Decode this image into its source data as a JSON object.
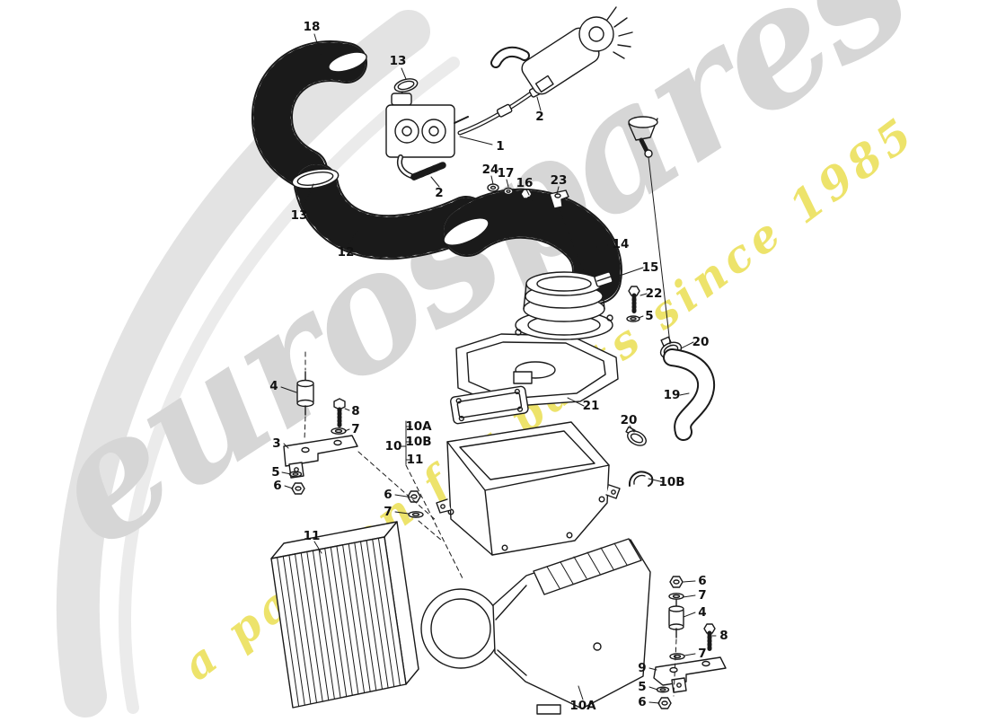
{
  "watermark": {
    "brand": "eurospares",
    "tagline": "a passion for parts since 1985",
    "brand_color": "#d6d6d6",
    "tagline_color": "#eadf52",
    "swoosh_color": "#e3e3e3"
  },
  "diagram": {
    "description": "Exploded parts diagram - air cleaner and intake hose assembly",
    "line_color": "#1a1a1a",
    "background": "#ffffff"
  },
  "labels": [
    "18",
    "13",
    "2",
    "1",
    "24",
    "17",
    "16",
    "23",
    "2",
    "13",
    "12",
    "14",
    "15",
    "22",
    "5",
    "20",
    "19",
    "21",
    "4",
    "8",
    "7",
    "10A",
    "10B",
    "10",
    "11",
    "3",
    "5",
    "6",
    "6",
    "7",
    "20",
    "10B",
    "11",
    "6",
    "7",
    "4",
    "8",
    "7",
    "9",
    "5",
    "6",
    "10A"
  ]
}
